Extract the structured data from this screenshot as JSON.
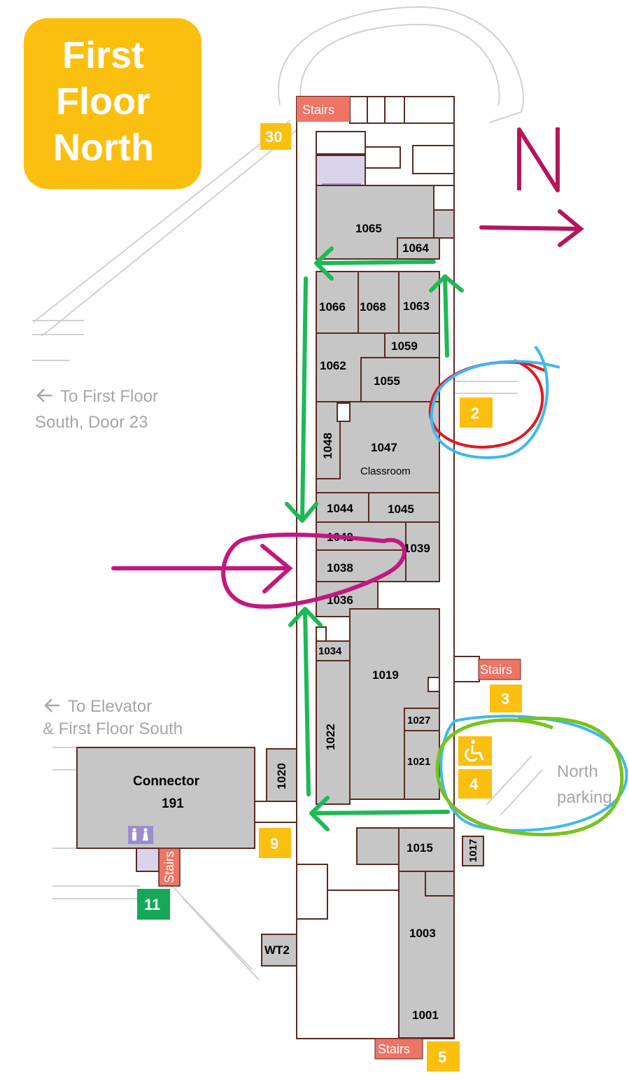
{
  "title": {
    "line1": "First",
    "line2": "Floor",
    "line3": "North"
  },
  "compass": {
    "letter": "N"
  },
  "colors": {
    "title_bg": "#fbbf10",
    "door_badge": "#fbbf10",
    "door_badge_green": "#14a859",
    "stairs": "#ee7465",
    "room": "#c6c6c6",
    "restroom": "#d9d4ec",
    "wall": "#5a2a22",
    "route_arrow": "#1db954",
    "entry_arrow": "#c2187e",
    "circle_red": "#e3171f",
    "circle_blue": "#3fb8ee",
    "circle_green": "#78c21d"
  },
  "notes": {
    "south_door": {
      "line1": "To First Floor",
      "line2": "South, Door 23"
    },
    "elevator": {
      "line1": "To Elevator",
      "line2": "& First Floor South"
    },
    "parking": {
      "line1": "North",
      "line2": "parking"
    }
  },
  "stairs_label": "Stairs",
  "doors": [
    "30",
    "2",
    "3",
    "4",
    "9",
    "11",
    "5"
  ],
  "rooms": {
    "r1065": "1065",
    "r1064": "1064",
    "r1066": "1066",
    "r1068": "1068",
    "r1063": "1063",
    "r1059": "1059",
    "r1062": "1062",
    "r1055": "1055",
    "r1048": "1048",
    "r1047": "1047",
    "classroom": "Classroom",
    "r1044": "1044",
    "r1045": "1045",
    "r1042": "1042",
    "r1039": "1039",
    "r1038": "1038",
    "r1036": "1036",
    "r1034": "1034",
    "r1019": "1019",
    "r1027": "1027",
    "r1021": "1021",
    "r1022": "1022",
    "r1020": "1020",
    "r1015": "1015",
    "r1017": "1017",
    "r1003": "1003",
    "r1001": "1001",
    "wt2": "WT2",
    "connector": "Connector",
    "r191": "191"
  },
  "icons": [
    "restroom-men-women-accessible-icon",
    "wheelchair-icon",
    "restroom-men-women-icon",
    "left-arrow-icon"
  ]
}
